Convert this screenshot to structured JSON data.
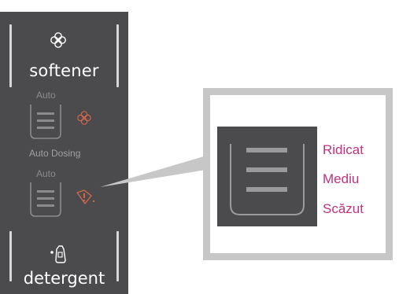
{
  "panel": {
    "softener": {
      "label": "softener",
      "icon": "flower-icon"
    },
    "softener_auto_label": "Auto",
    "auto_dosing_label": "Auto Dosing",
    "detergent_auto_label": "Auto",
    "detergent": {
      "label": "detergent",
      "icon": "detergent-bottle-icon"
    }
  },
  "callout": {
    "levels": [
      "Ridicat",
      "Mediu",
      "Scăzut"
    ]
  },
  "colors": {
    "panel_bg": "#4b4b4d",
    "softener_icon_accent": "#d0664a",
    "warning_accent": "#d0664a",
    "level_text": "#c0327e",
    "callout_border": "#c7c7c7"
  }
}
